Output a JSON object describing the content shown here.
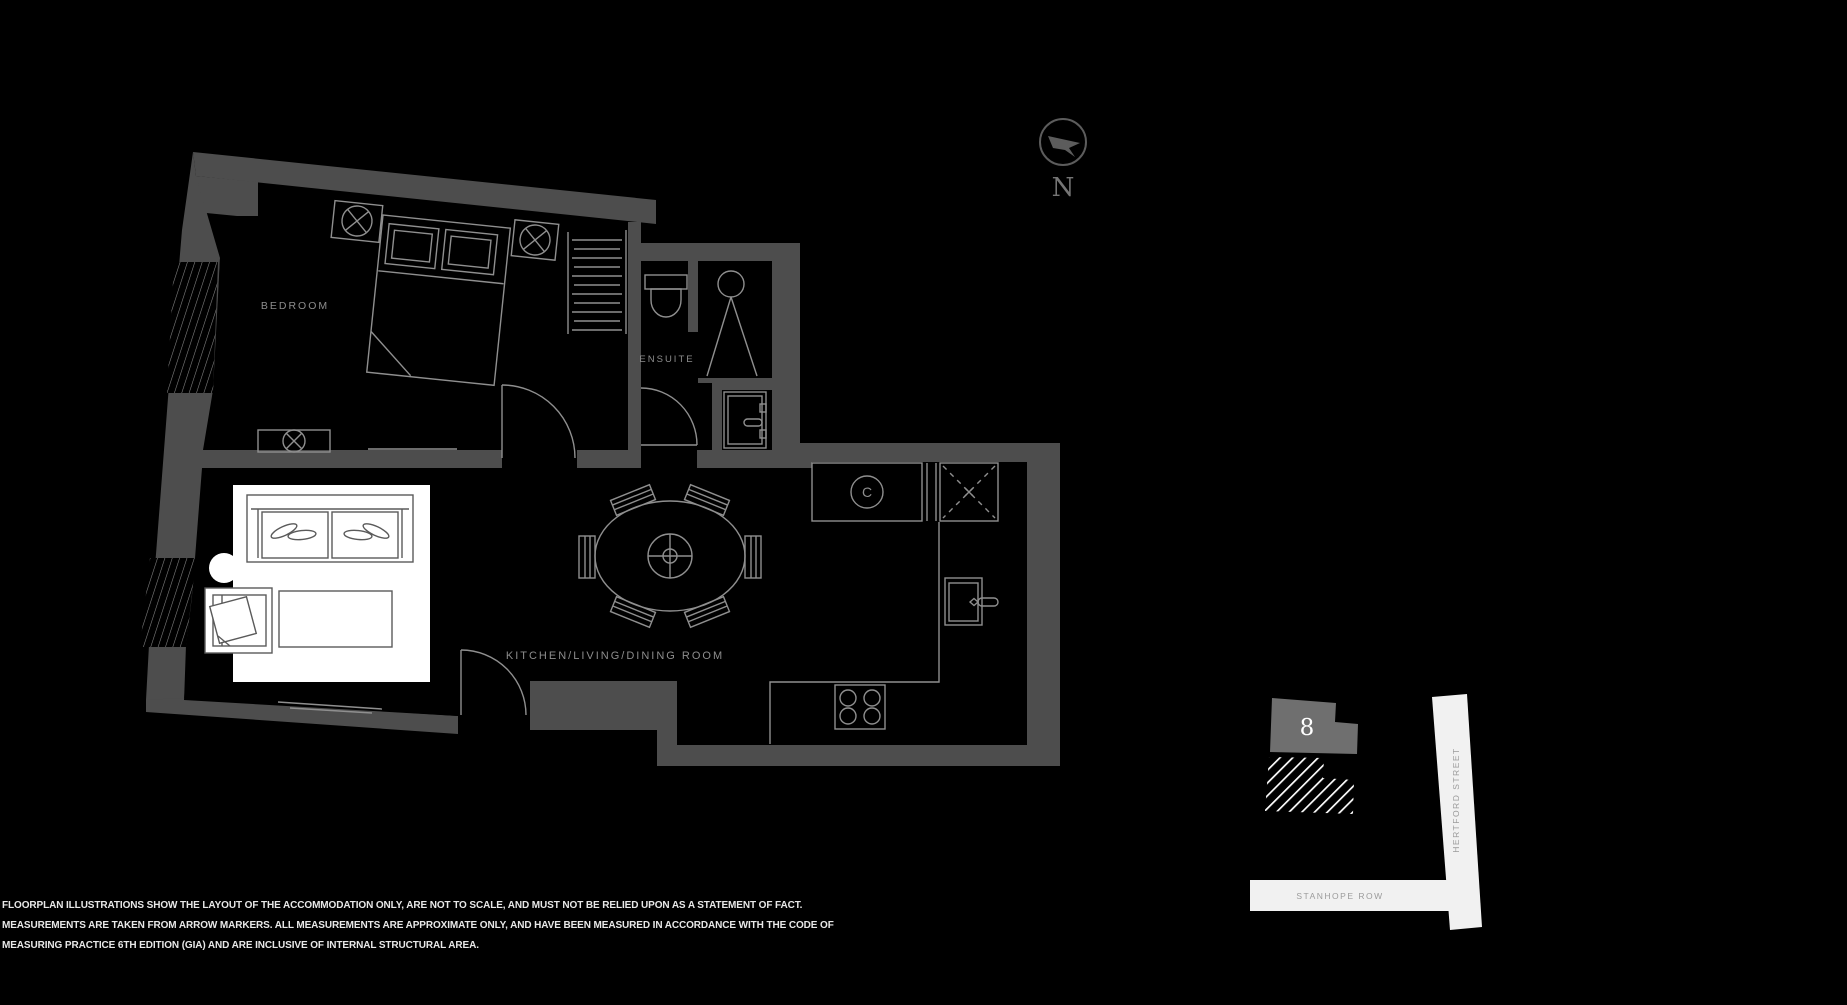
{
  "colors": {
    "background": "#000000",
    "wall": "#4d4d4d",
    "furniture_line": "#8f8f8f",
    "furniture_line_on_white": "#5a5a5a",
    "white_items": "#ffffff",
    "room_label": "#8d8d8d",
    "road": "#f1f1f1",
    "site_building": "#6f6f6f",
    "street_label": "#9b9b9b",
    "compass": "#5c5c5c",
    "disclaimer_text": "#e8e8e8"
  },
  "floorplan": {
    "rooms": {
      "bedroom": "BEDROOM",
      "ensuite": "ENSUITE",
      "kitchen_living_dining": "KITCHEN/LIVING/DINING ROOM"
    },
    "appliances": {
      "cupboard_label": "C"
    }
  },
  "compass": {
    "north_label": "N"
  },
  "site_map": {
    "building_number": "8",
    "street_vertical": "HERTFORD STREET",
    "street_horizontal": "STANHOPE ROW"
  },
  "disclaimer": {
    "line1": "FLOORPLAN ILLUSTRATIONS SHOW THE LAYOUT OF THE ACCOMMODATION ONLY, ARE NOT TO SCALE, AND MUST NOT BE RELIED UPON AS A STATEMENT OF FACT.",
    "line2": "MEASUREMENTS ARE TAKEN FROM ARROW MARKERS. ALL MEASUREMENTS ARE APPROXIMATE ONLY, AND HAVE BEEN MEASURED IN ACCORDANCE WITH THE CODE OF",
    "line3": "MEASURING PRACTICE 6TH EDITION (GIA) AND ARE INCLUSIVE OF INTERNAL STRUCTURAL AREA."
  }
}
